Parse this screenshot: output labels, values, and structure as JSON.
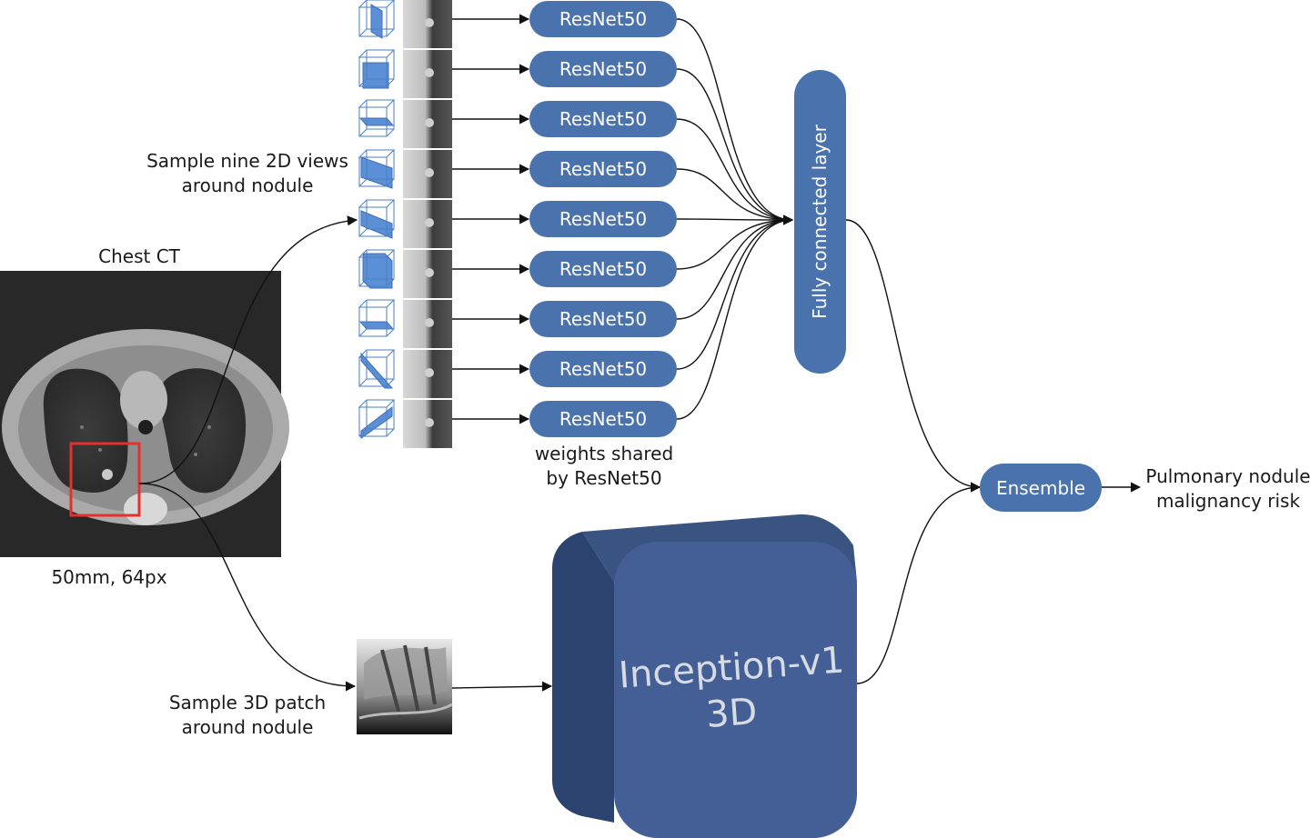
{
  "colors": {
    "pill": "#4a72ad",
    "cube_front": "#445f95",
    "cube_side": "#2c4370",
    "cube_top": "#3a5482",
    "highlight_box": "#e53030",
    "arrow": "#111111"
  },
  "ct": {
    "title": "Chest CT",
    "caption": "50mm, 64px"
  },
  "views": {
    "label_line1": "Sample nine 2D views",
    "label_line2": "around nodule",
    "resnet_label": "ResNet50",
    "count": 9,
    "shared_line1": "weights shared",
    "shared_line2": "by ResNet50"
  },
  "fc": {
    "label": "Fully connected layer"
  },
  "patch3d": {
    "label_line1": "Sample 3D patch",
    "label_line2": "around nodule"
  },
  "inception": {
    "line1": "Inception-v1",
    "line2": "3D"
  },
  "ensemble": {
    "label": "Ensemble"
  },
  "output": {
    "line1": "Pulmonary nodule",
    "line2": "malignancy risk"
  }
}
